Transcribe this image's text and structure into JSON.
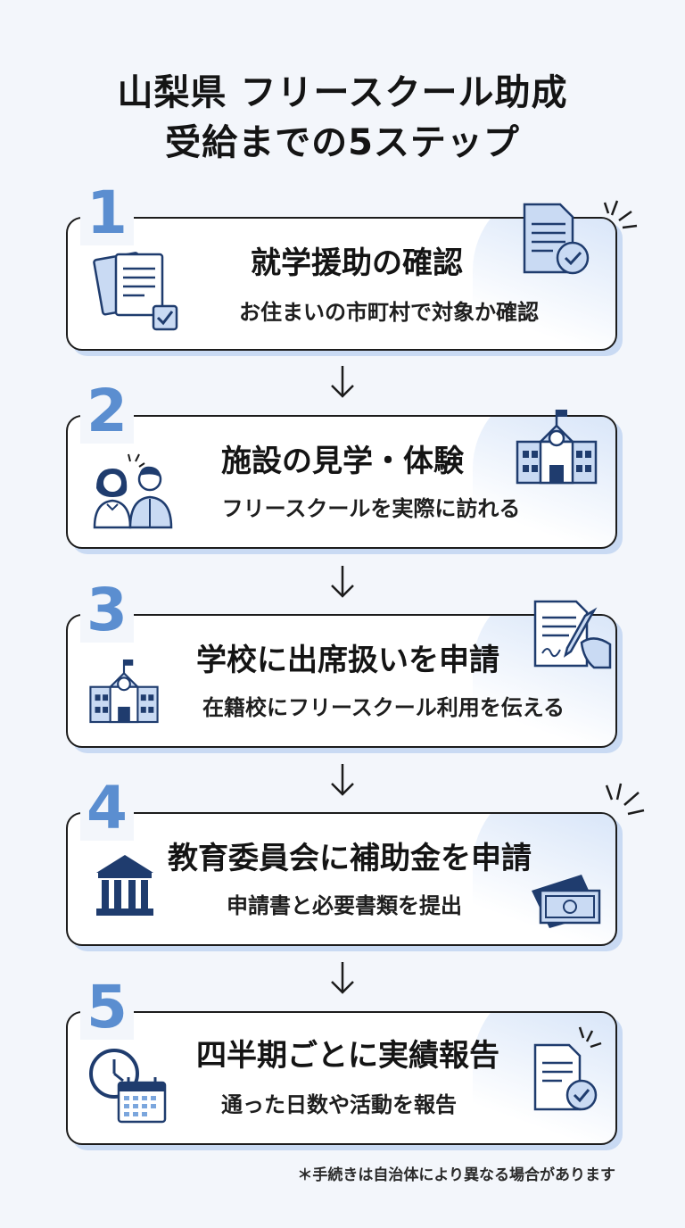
{
  "title": {
    "line1": "山梨県 フリースクール助成",
    "line2": "受給までの5ステップ"
  },
  "steps": [
    {
      "number": "1",
      "title": "就学援助の確認",
      "description": "お住まいの市町村で対象か確認"
    },
    {
      "number": "2",
      "title": "施設の見学・体験",
      "description": "フリースクールを実際に訪れる"
    },
    {
      "number": "3",
      "title": "学校に出席扱いを申請",
      "description": "在籍校にフリースクール利用を伝える"
    },
    {
      "number": "4",
      "title": "教育委員会に補助金を申請",
      "description": "申請書と必要書類を提出"
    },
    {
      "number": "5",
      "title": "四半期ごとに実績報告",
      "description": "通った日数や活動を報告"
    }
  ],
  "footnote": "＊手続きは自治体により異なる場合があります",
  "colors": {
    "accent": "#5b8ed0",
    "icon_fill": "#c9daf3",
    "icon_stroke": "#1f3c6e",
    "background": "#f3f6fb"
  },
  "icons": [
    "documents-check-icon",
    "document-check-icon",
    "students-icon",
    "school-building-icon",
    "contract-signing-icon",
    "government-building-icon",
    "money-envelope-icon",
    "clock-icon",
    "calendar-icon",
    "report-check-icon"
  ]
}
